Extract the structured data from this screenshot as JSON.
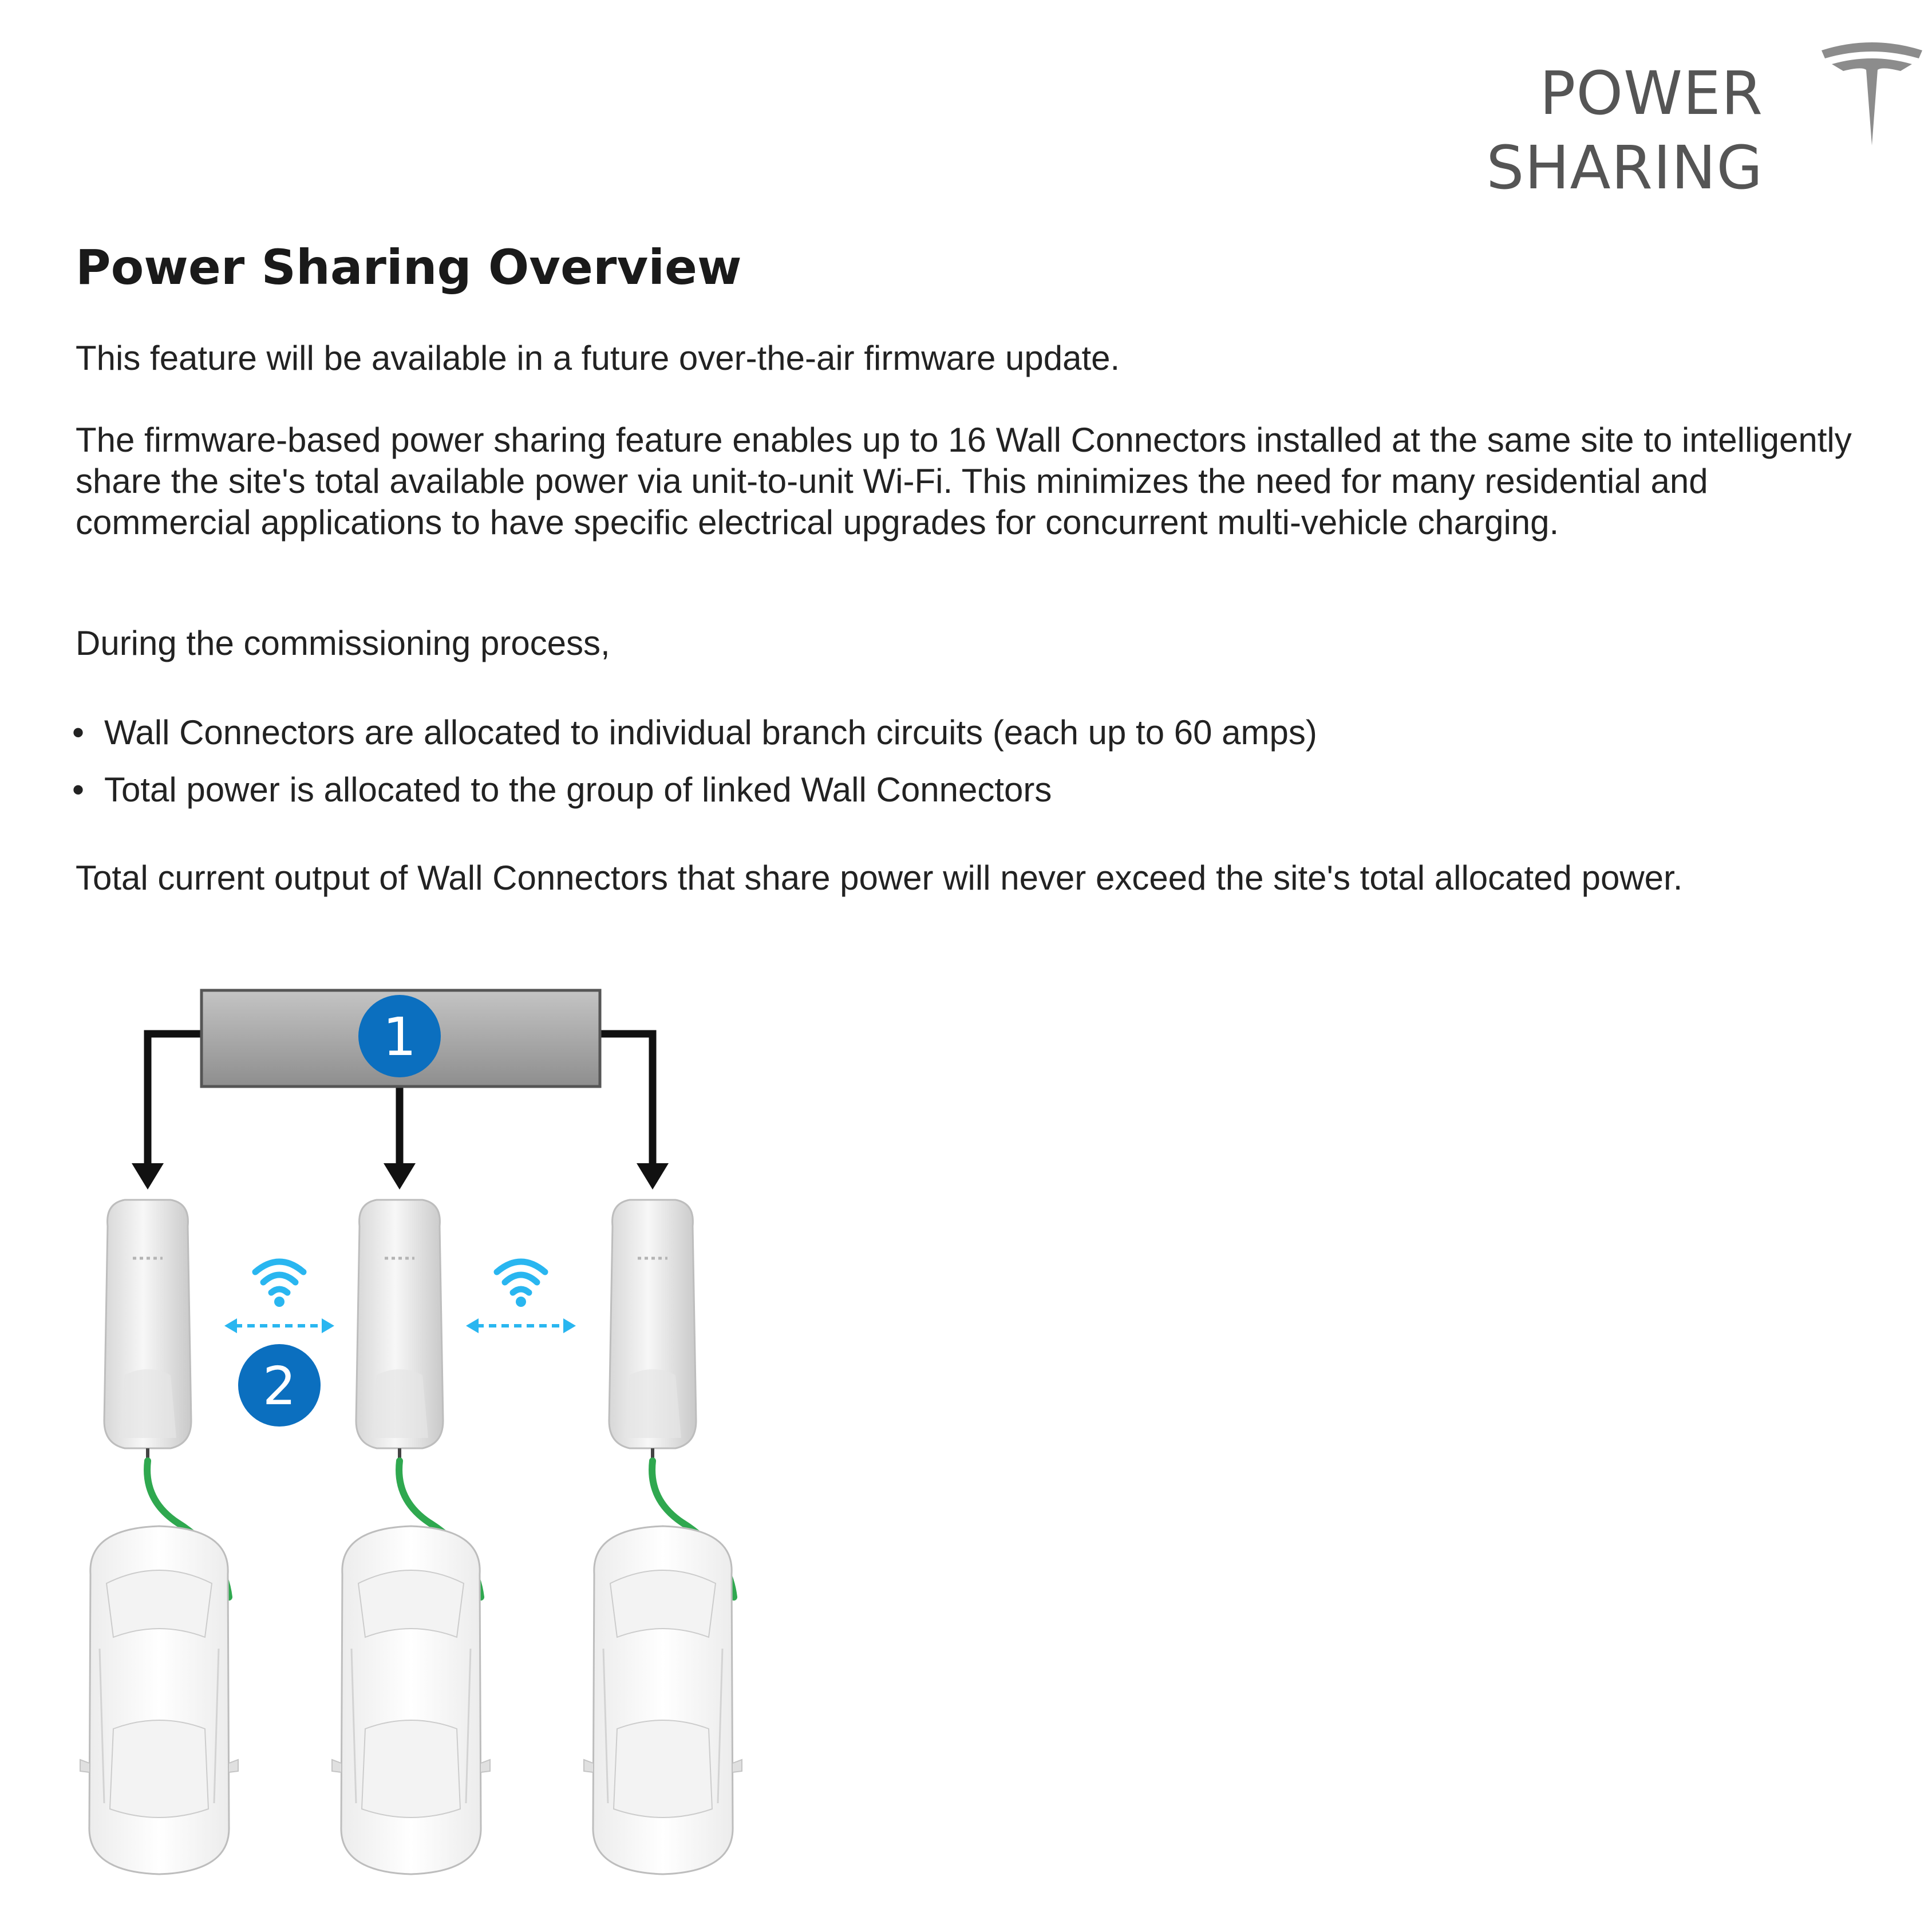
{
  "header": {
    "title": "POWER SHARING",
    "logo_icon": "tesla-logo-icon"
  },
  "document": {
    "heading": "Power Sharing Overview",
    "paragraphs": [
      "This feature will be available in a future over-the-air firmware update.",
      "The firmware-based power sharing feature enables up to 16 Wall Connectors installed at the same site to intelligently share the site's total available power via unit-to-unit Wi-Fi. This minimizes the need for many residential and commercial applications to have specific electrical upgrades for concurrent multi-vehicle charging.",
      "During the commissioning process,",
      "Total current output of Wall Connectors that share power will never exceed the site's total allocated power."
    ],
    "bullets": [
      "Wall Connectors are allocated to individual branch circuits (each up to 60 amps)",
      "Total power is allocated to the group of linked Wall Connectors"
    ]
  },
  "diagram": {
    "callouts": [
      "1",
      "2"
    ],
    "icons": [
      "electrical-panel-icon",
      "wall-connector-icon",
      "wifi-icon",
      "vehicle-icon"
    ],
    "colors": {
      "callout": "#0b6fbf",
      "wifi": "#29b6f0",
      "cable": "#2fa84f",
      "panel": "#a9a9a9",
      "wire": "#111111"
    }
  }
}
